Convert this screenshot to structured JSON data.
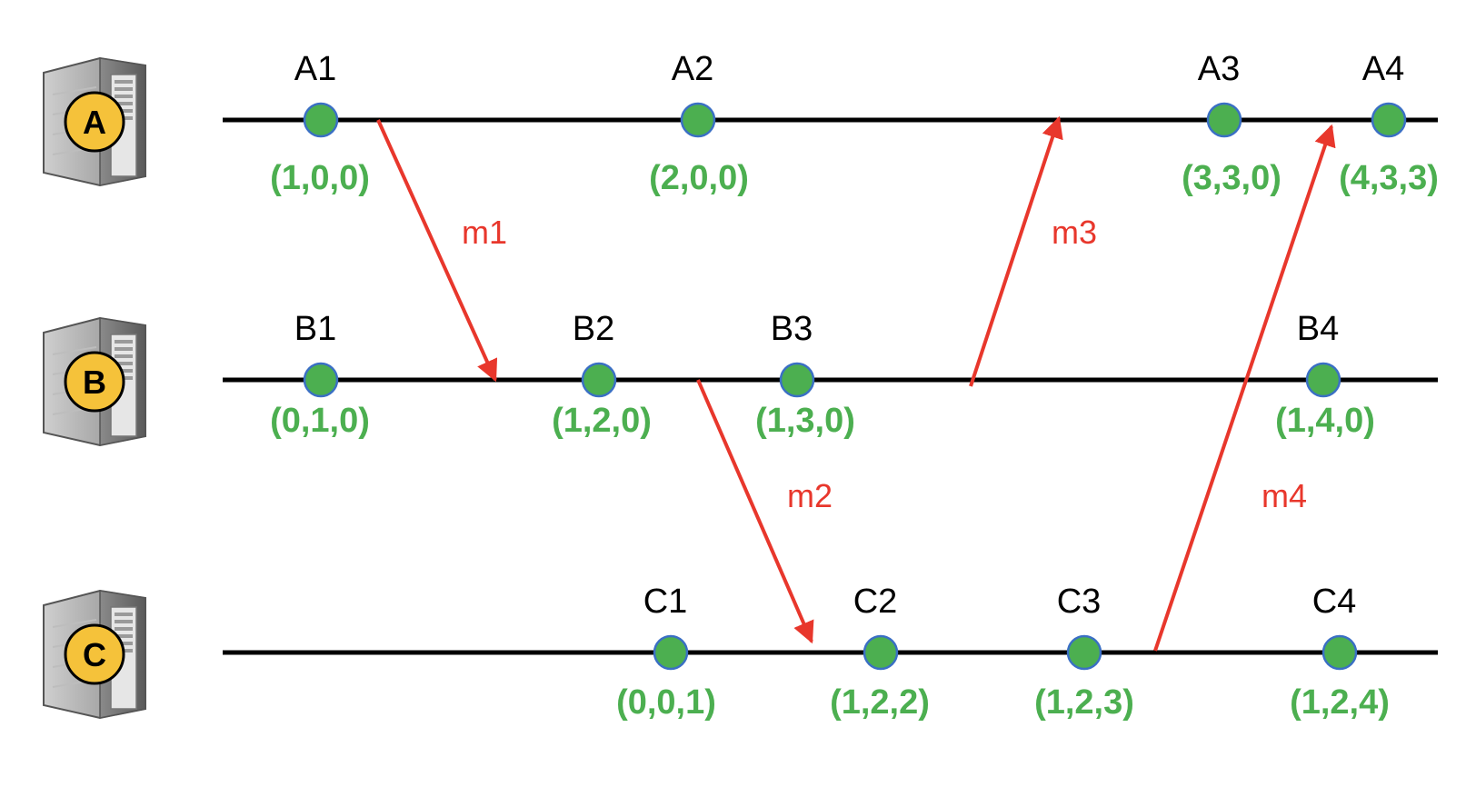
{
  "colors": {
    "event": "#4caf50",
    "event_stroke": "#3a6fc4",
    "clock_text": "#4caf50",
    "message": "#e8372c",
    "timeline": "#000000",
    "badge": "#f5c23a",
    "server_body": "#7a7a7a"
  },
  "processes": [
    {
      "id": "A",
      "icon": "server-icon",
      "events": [
        {
          "name": "A1",
          "clock": "(1,0,0)"
        },
        {
          "name": "A2",
          "clock": "(2,0,0)"
        },
        {
          "name": "A3",
          "clock": "(3,3,0)"
        },
        {
          "name": "A4",
          "clock": "(4,3,3)"
        }
      ]
    },
    {
      "id": "B",
      "icon": "server-icon",
      "events": [
        {
          "name": "B1",
          "clock": "(0,1,0)"
        },
        {
          "name": "B2",
          "clock": "(1,2,0)"
        },
        {
          "name": "B3",
          "clock": "(1,3,0)"
        },
        {
          "name": "B4",
          "clock": "(1,4,0)"
        }
      ]
    },
    {
      "id": "C",
      "icon": "server-icon",
      "events": [
        {
          "name": "C1",
          "clock": "(0,0,1)"
        },
        {
          "name": "C2",
          "clock": "(1,2,2)"
        },
        {
          "name": "C3",
          "clock": "(1,2,3)"
        },
        {
          "name": "C4",
          "clock": "(1,2,4)"
        }
      ]
    }
  ],
  "messages": [
    {
      "label": "m1",
      "from": "A",
      "to": "B"
    },
    {
      "label": "m2",
      "from": "B",
      "to": "C"
    },
    {
      "label": "m3",
      "from": "B",
      "to": "A"
    },
    {
      "label": "m4",
      "from": "C",
      "to": "A"
    }
  ]
}
